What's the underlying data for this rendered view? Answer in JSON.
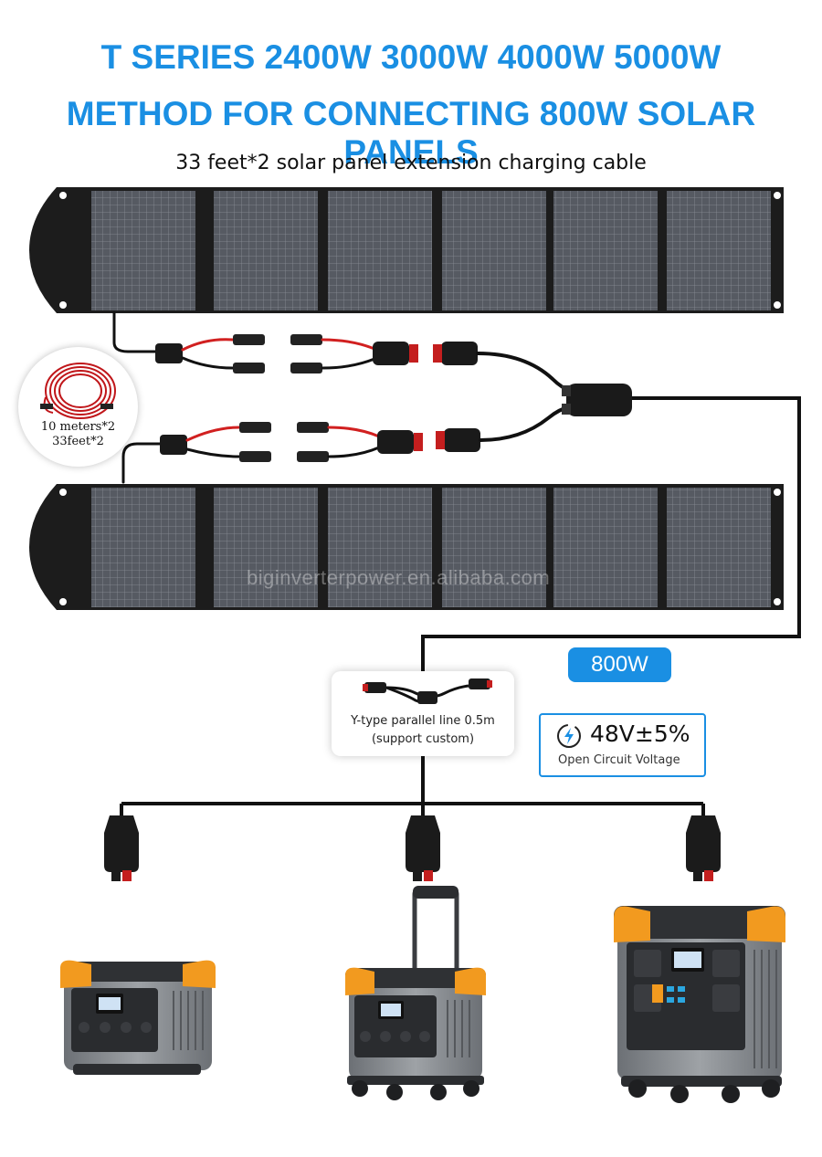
{
  "header": {
    "title_line1": "T SERIES 2400W 3000W 4000W 5000W",
    "title_line2": "METHOD FOR CONNECTING 800W SOLAR PANELS",
    "subtitle": "33 feet*2 solar panel extension charging cable"
  },
  "cable_callout": {
    "line1": "10 meters*2",
    "line2": "33feet*2"
  },
  "watermark": "biginverterpower.en.alibaba.com",
  "power_badge": "800W",
  "y_cable": {
    "line1": "Y-type parallel line 0.5m",
    "line2": "(support custom)"
  },
  "voltage": {
    "value": "48V±5%",
    "label": "Open Circuit Voltage",
    "icon": "lightning-bolt-icon"
  },
  "colors": {
    "accent": "#1a8fe3",
    "panel": "#1c1c1c",
    "cell": "#4a4e55",
    "cable_red": "#d12020",
    "cable_black": "#111111",
    "station_orange": "#f29a1f",
    "station_grey": "#7d8085"
  }
}
